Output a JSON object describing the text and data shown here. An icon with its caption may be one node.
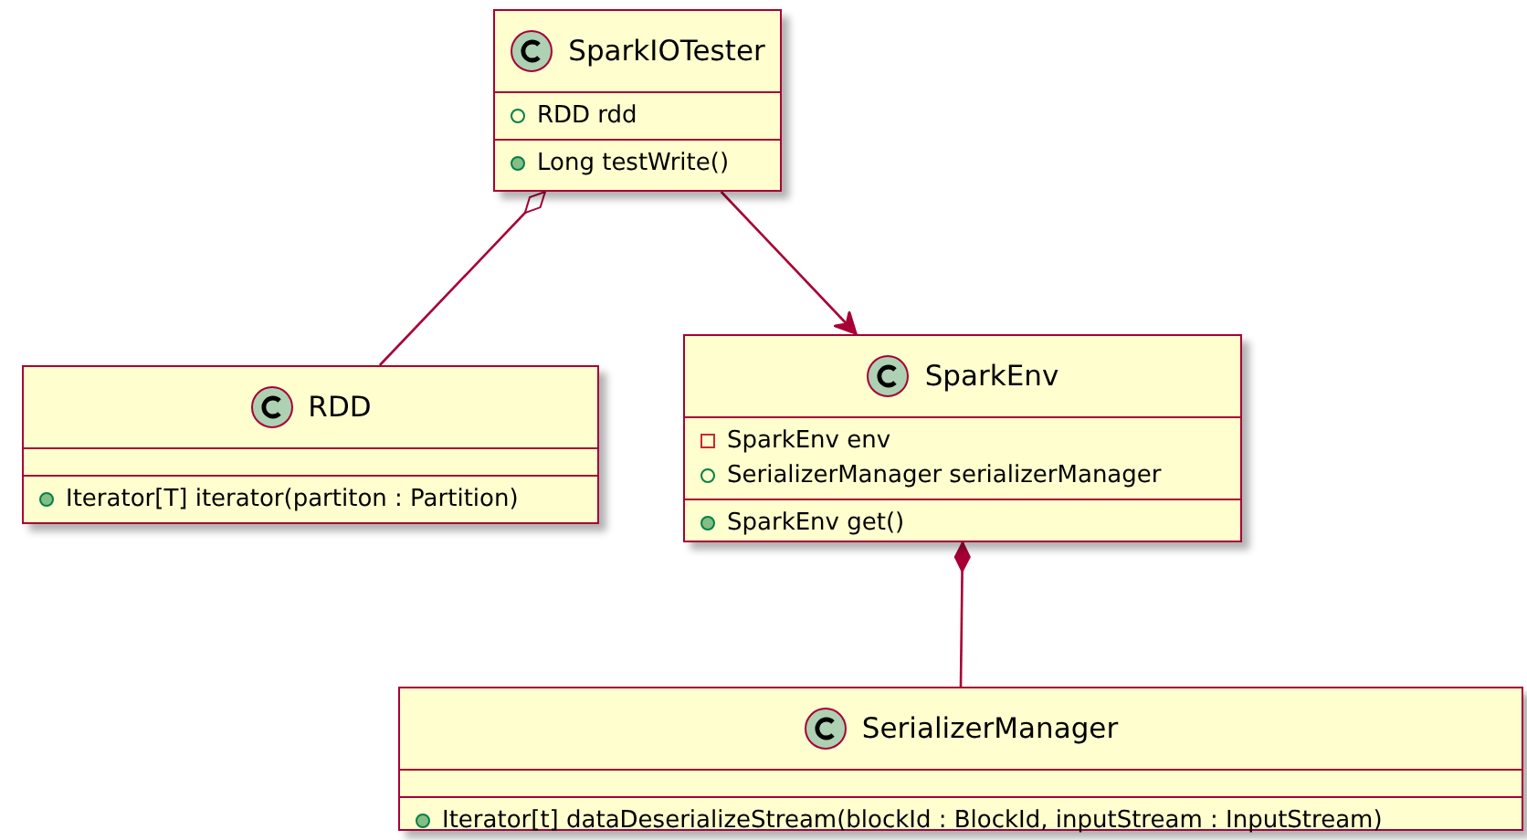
{
  "diagram": {
    "nodes": [
      {
        "text": [
          "SparkIOTester",
          "RDD rdd",
          "Long testWrite()"
        ]
      },
      {
        "text": [
          "RDD",
          "Iterator[T] iterator(partiton : Partition)"
        ]
      },
      {
        "text": [
          "SparkEnv",
          "SparkEnv env",
          "SerializerManager serializerManager",
          "SparkEnv get()"
        ]
      },
      {
        "text": [
          "SerializerManager",
          "Iterator[t] dataDeserializeStream(blockId : BlockId, inputStream : InputStream)"
        ]
      }
    ],
    "edges": [
      {
        "from": 0,
        "to": 1,
        "arrow": "other"
      },
      {
        "from": 0,
        "to": 2,
        "arrow": "to"
      },
      {
        "from": 2,
        "to": 3,
        "arrow": "other"
      }
    ]
  }
}
